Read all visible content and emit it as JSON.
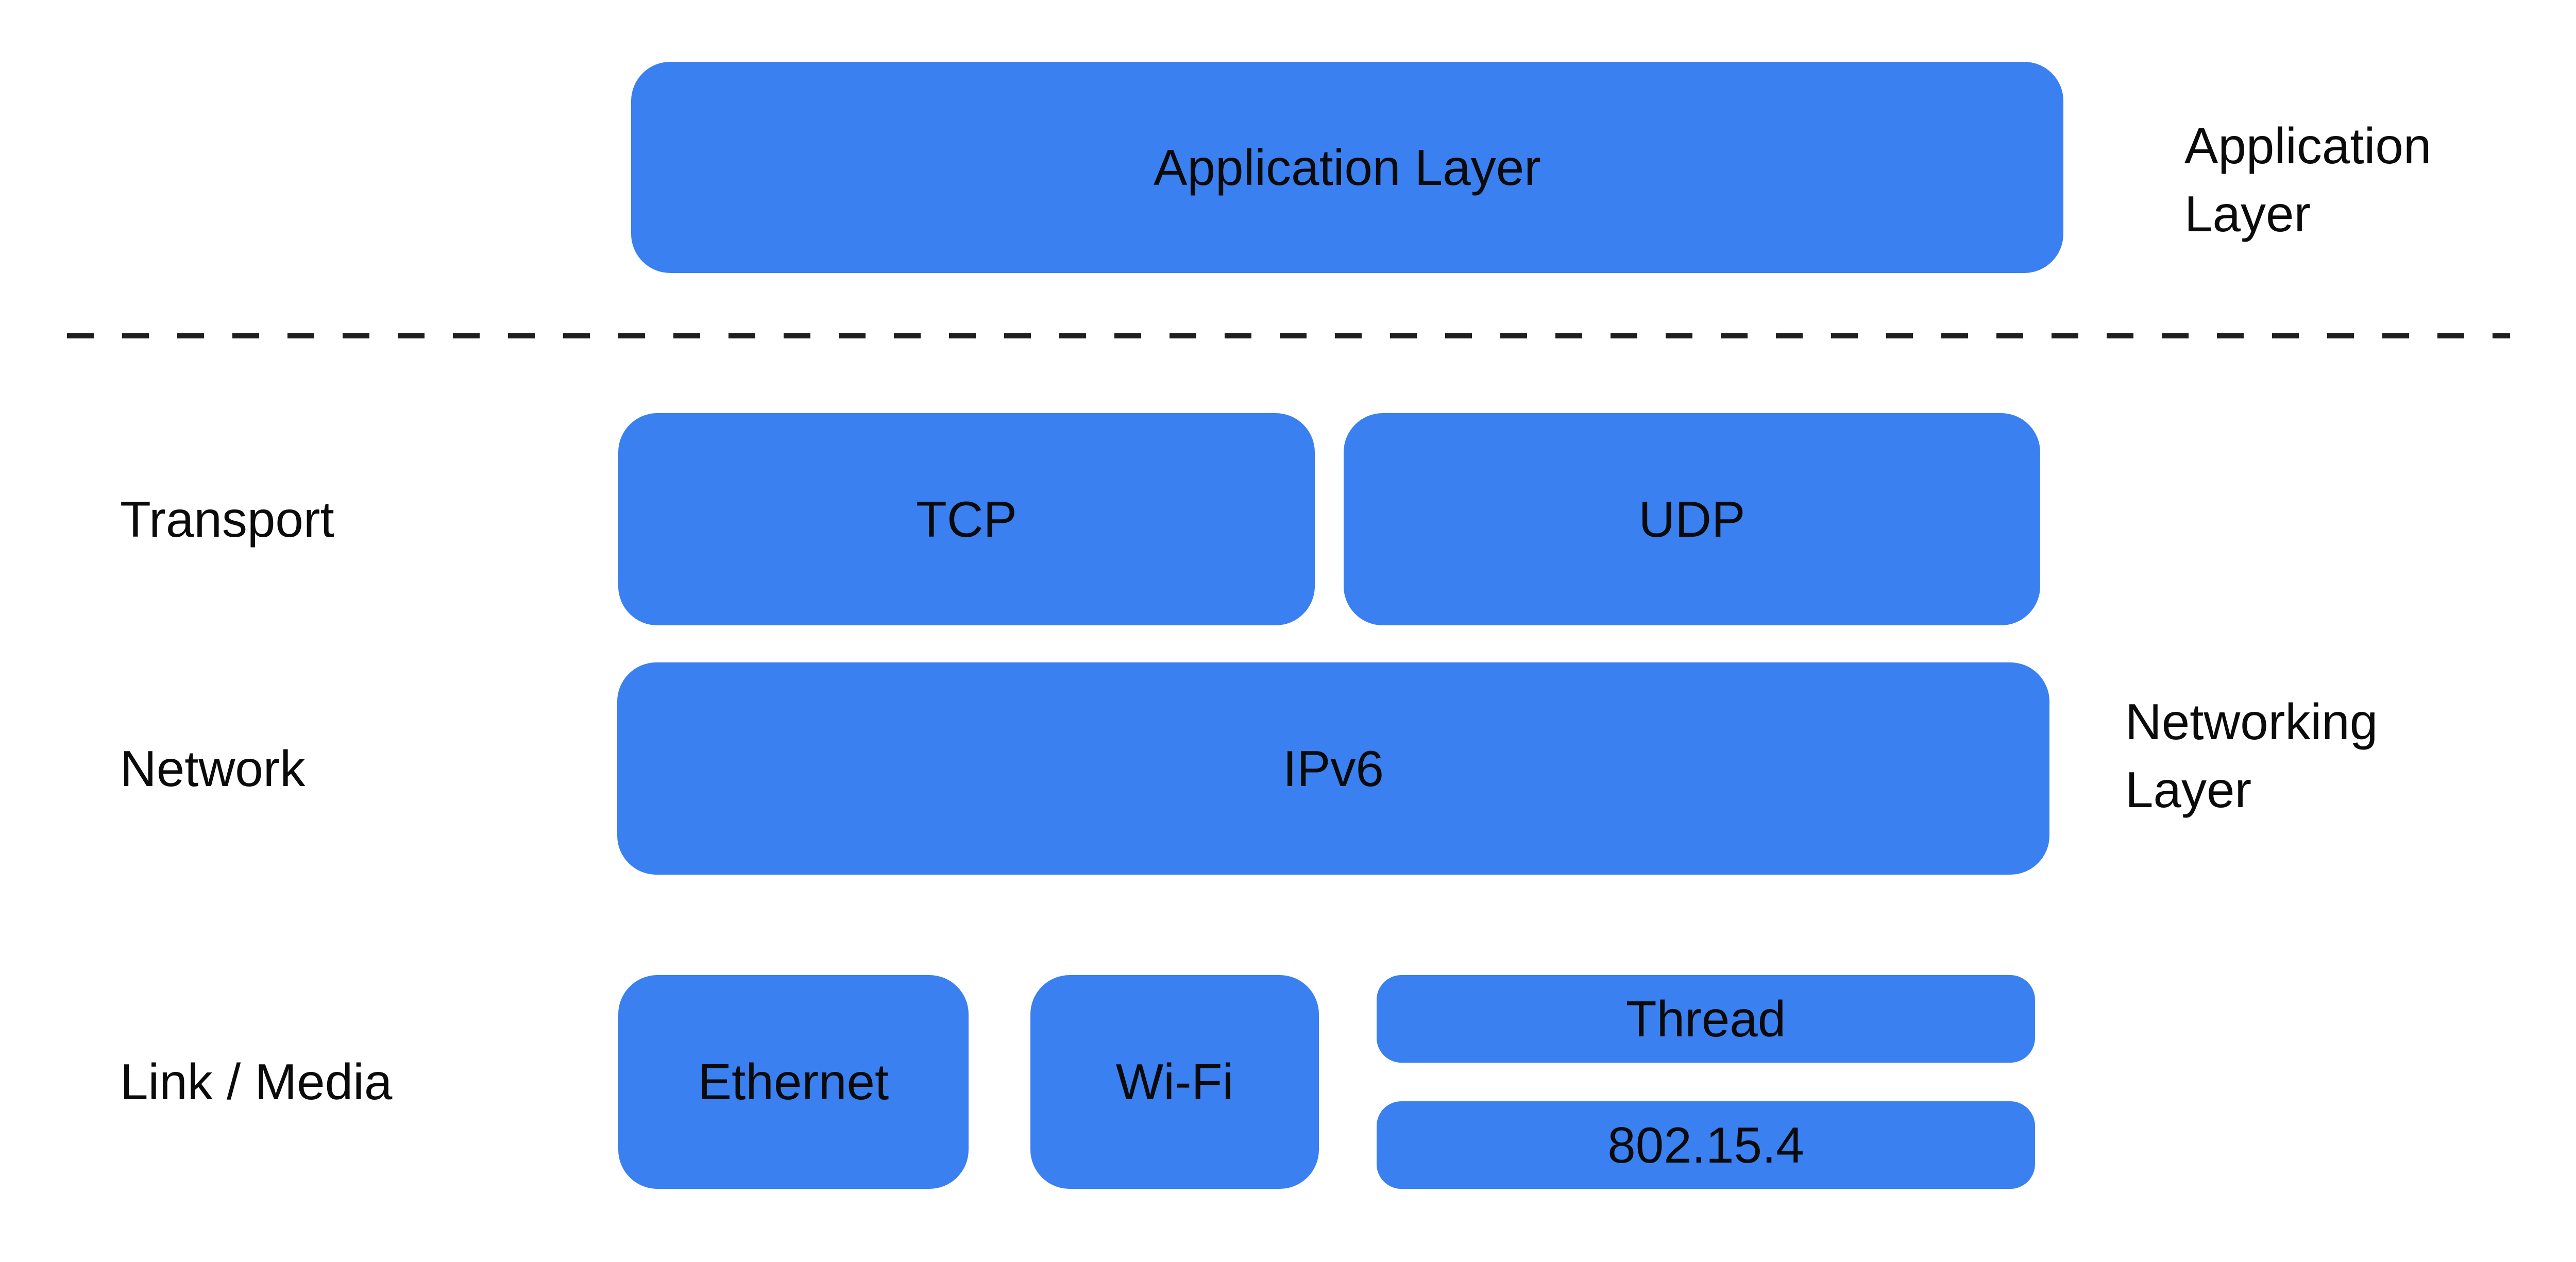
{
  "colors": {
    "box_blue": "#3A80F1",
    "text": "#0B0B0B",
    "dash": "#1F1F1F",
    "background": "#FFFFFF"
  },
  "application_row": {
    "box_label": "Application Layer",
    "side_label_line1": "Application",
    "side_label_line2": "Layer"
  },
  "transport_row": {
    "label": "Transport",
    "tcp_label": "TCP",
    "udp_label": "UDP"
  },
  "network_row": {
    "label": "Network",
    "box_label": "IPv6",
    "side_label_line1": "Networking",
    "side_label_line2": "Layer"
  },
  "link_row": {
    "label": "Link / Media",
    "ethernet_label": "Ethernet",
    "wifi_label": "Wi-Fi",
    "thread_label": "Thread",
    "ieee_label": "802.15.4"
  }
}
